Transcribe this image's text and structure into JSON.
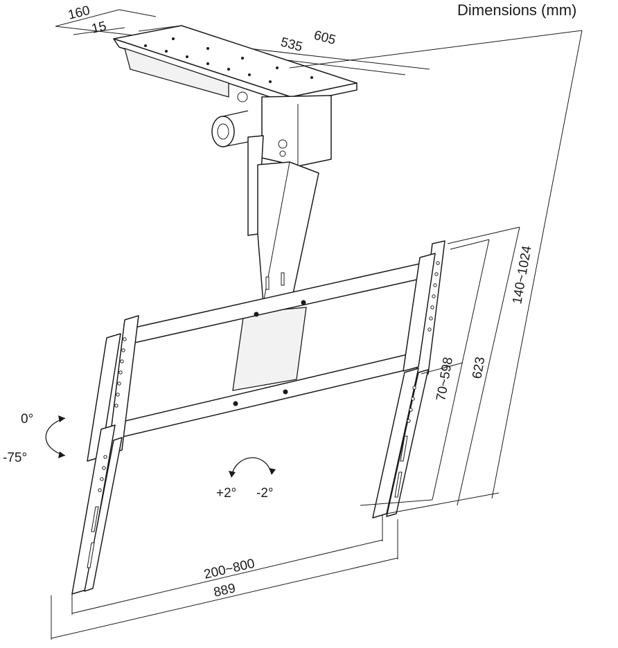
{
  "title": "Dimensions (mm)",
  "dimensions": {
    "plate_width_outer": "160",
    "plate_width_inner": "15",
    "plate_length_outer": "605",
    "plate_length_inner": "535",
    "drop_height": "140~1024",
    "height_total": "623",
    "vesa_vertical": "70~598",
    "vesa_horizontal": "200~800",
    "width_total": "889"
  },
  "tilt": {
    "max": "0°",
    "min": "-75°"
  },
  "rotation": {
    "plus": "+2°",
    "minus": "-2°"
  }
}
